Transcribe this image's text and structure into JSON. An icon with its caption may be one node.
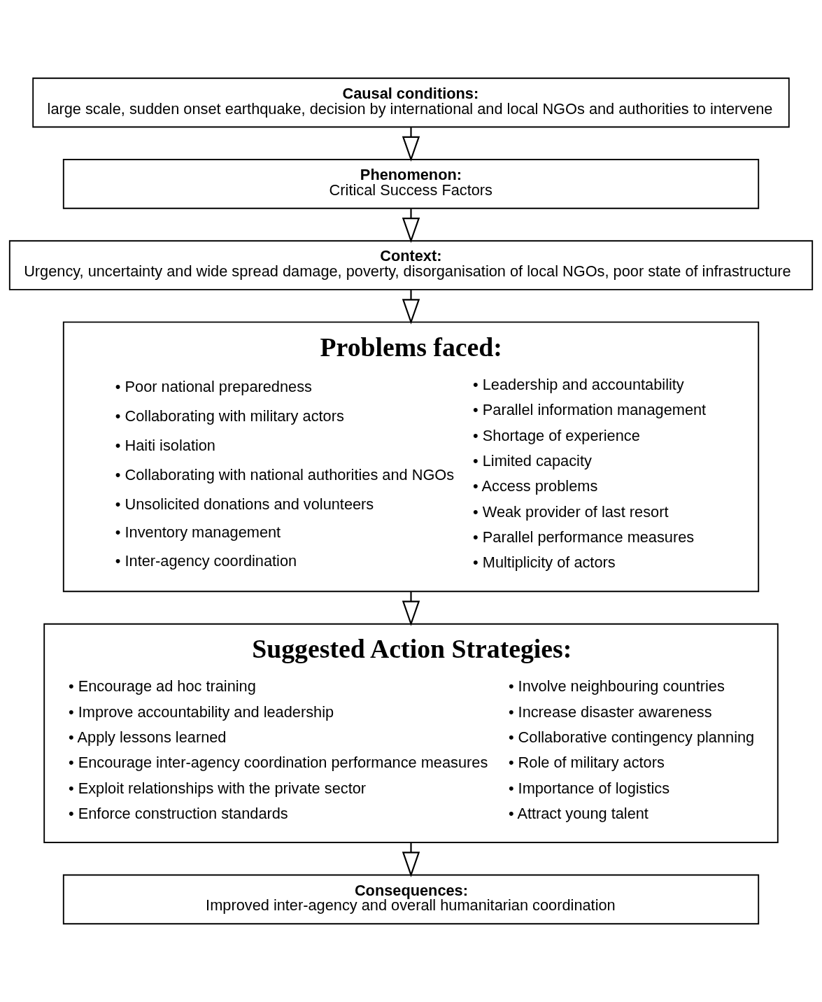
{
  "diagram": {
    "nodes": [
      {
        "text": [
          "Causal conditions:",
          "large scale, sudden onset earthquake, decision by international and local NGOs and authorities to intervene"
        ]
      },
      {
        "text": [
          "Phenomenon:",
          "Critical Success Factors"
        ]
      },
      {
        "text": [
          "Context:",
          "Urgency, uncertainty and wide spread damage, poverty, disorganisation of local NGOs, poor state of infrastructure"
        ]
      },
      {
        "text": [
          "Problems faced:",
          "• Poor national preparedness",
          "• Collaborating with military actors",
          "• Haiti isolation",
          "• Collaborating with national authorities and NGOs",
          "• Unsolicited donations and volunteers",
          "• Inventory management",
          "• Inter-agency coordination",
          "• Leadership and accountability",
          "• Parallel information management",
          "• Shortage of experience",
          "• Limited capacity",
          "• Access problems",
          "• Weak provider of last resort",
          "• Parallel performance measures",
          "• Multiplicity of actors"
        ]
      },
      {
        "text": [
          "Suggested Action Strategies:",
          "• Encourage ad hoc training",
          "• Improve accountability and leadership",
          "• Apply lessons learned",
          "• Encourage inter-agency coordination performance measures",
          "• Exploit relationships with the private sector",
          "• Enforce construction standards",
          "• Involve neighbouring countries",
          "• Increase disaster awareness",
          "• Collaborative contingency planning",
          "• Role of military actors",
          "• Importance of logistics",
          "• Attract young talent"
        ]
      },
      {
        "text": [
          "Consequences:",
          "Improved inter-agency and overall humanitarian coordination"
        ]
      }
    ],
    "edges": [
      {
        "from": 0,
        "to": 1,
        "arrow": "to"
      },
      {
        "from": 1,
        "to": 2,
        "arrow": "to"
      },
      {
        "from": 2,
        "to": 3,
        "arrow": "to"
      },
      {
        "from": 3,
        "to": 4,
        "arrow": "to"
      },
      {
        "from": 4,
        "to": 5,
        "arrow": "to"
      }
    ]
  }
}
